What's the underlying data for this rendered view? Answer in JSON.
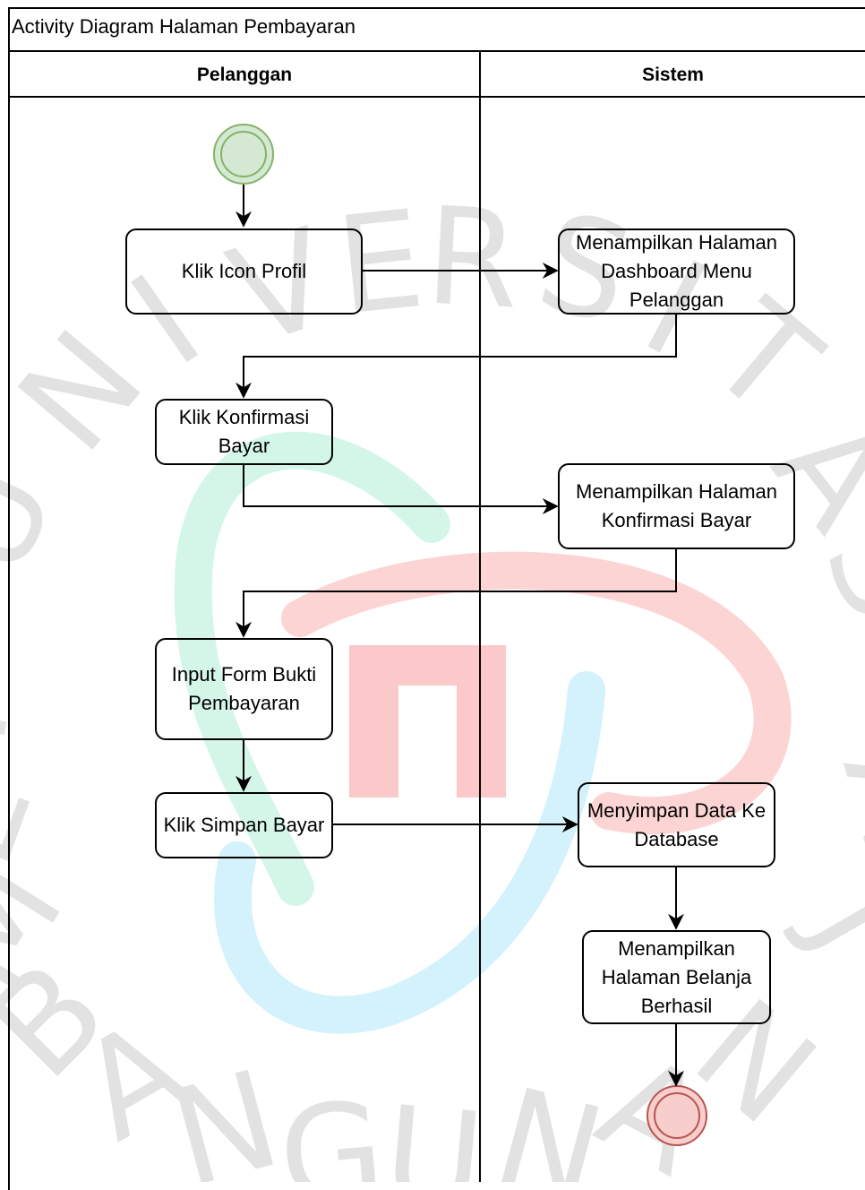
{
  "diagram": {
    "title": "Activity Diagram Halaman Pembayaran",
    "lanes": [
      "Pelanggan",
      "Sistem"
    ],
    "nodes": {
      "klik_icon_profil": "Klik Icon Profil",
      "tampil_dashboard": "Menampilkan Halaman Dashboard Menu Pelanggan",
      "klik_konfirmasi": "Klik Konfirmasi Bayar",
      "tampil_konfirmasi": "Menampilkan Halaman Konfirmasi Bayar",
      "input_form": "Input Form Bukti Pembayaran",
      "klik_simpan": "Klik Simpan Bayar",
      "simpan_data": "Menyimpan Data Ke Database",
      "tampil_berhasil": "Menampilkan Halaman Belanja Berhasil"
    }
  },
  "watermark": {
    "letters": [
      "U",
      "N",
      "I",
      "V",
      "E",
      "R",
      "S",
      "I",
      "T",
      "A",
      "S",
      "P",
      "E",
      "M",
      "B",
      "A",
      "N",
      "G",
      "U",
      "N",
      "A",
      "N",
      "J",
      "A"
    ],
    "colors": {
      "green": "#3dd89a",
      "red": "#f23c3c",
      "blue": "#35c2f2",
      "letters": "#5a5a5a"
    }
  },
  "colors": {
    "start_fill": "#d5e8d4",
    "start_stroke": "#82b366",
    "end_fill": "#f8cecc",
    "end_stroke": "#b85450"
  }
}
